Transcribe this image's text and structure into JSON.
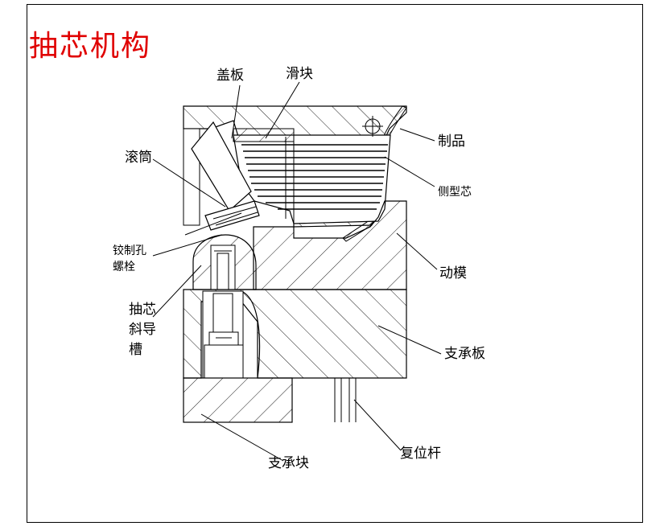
{
  "title": "抽芯机构",
  "labels": {
    "cover_plate": "盖板",
    "slider": "滑块",
    "product": "制品",
    "roller": "滚筒",
    "side_core": "侧型芯",
    "reamed_bolt_line1": "铰制孔",
    "reamed_bolt_line2": "螺栓",
    "moving_die": "动模",
    "guide_line1": "抽芯",
    "guide_line2": "斜导",
    "guide_line3": "槽",
    "support_plate": "支承板",
    "support_block": "支承块",
    "reset_rod": "复位杆"
  }
}
